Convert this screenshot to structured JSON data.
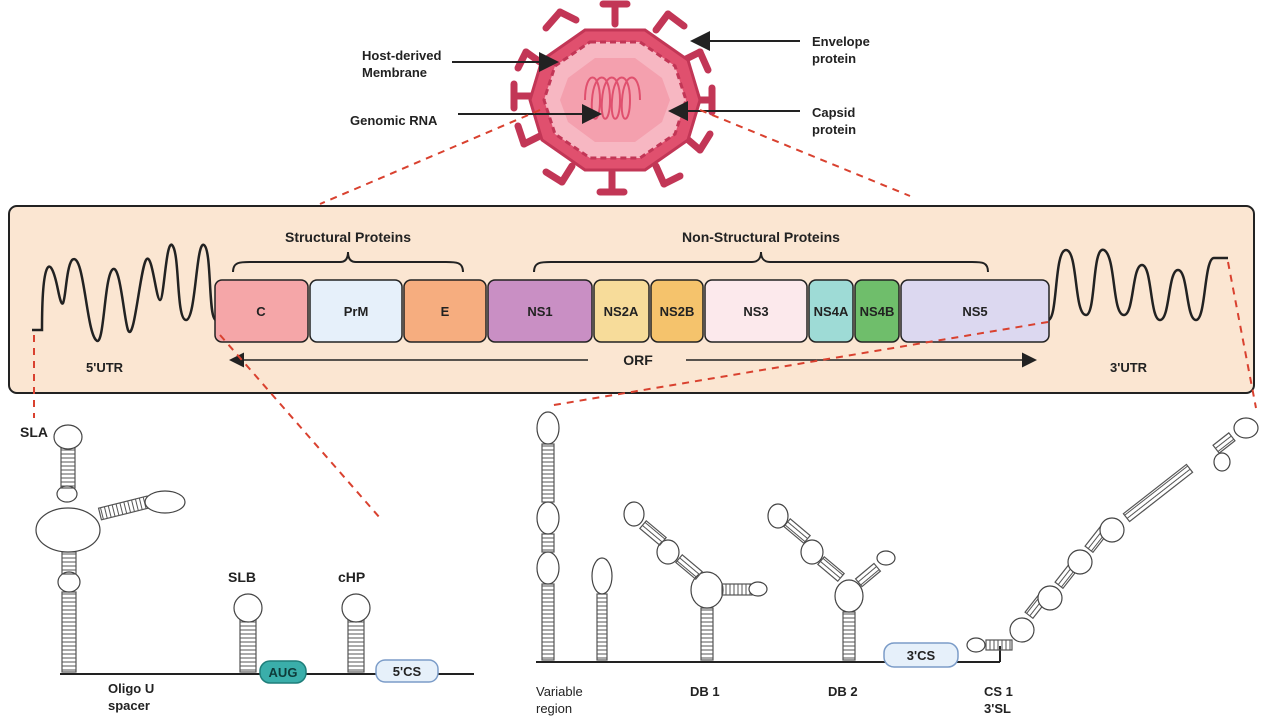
{
  "virion": {
    "labels": {
      "host_membrane_line1": "Host-derived",
      "host_membrane_line2": "Membrane",
      "genomic_rna": "Genomic RNA",
      "envelope_line1": "Envelope",
      "envelope_line2": "protein",
      "capsid_line1": "Capsid",
      "capsid_line2": "protein"
    },
    "colors": {
      "outer": "#e0506e",
      "outer_dark": "#c23656",
      "inner": "#f7b7c2",
      "core": "#f08a9c"
    }
  },
  "genome": {
    "panel_bg": "#fbe6d2",
    "structural_label": "Structural Proteins",
    "nonstructural_label": "Non-Structural Proteins",
    "utr5_label": "5'UTR",
    "utr3_label": "3'UTR",
    "orf_label": "ORF",
    "genes": [
      {
        "label": "C",
        "color": "#f5a6a8"
      },
      {
        "label": "PrM",
        "color": "#e6f0fa"
      },
      {
        "label": "E",
        "color": "#f6ad7f"
      },
      {
        "label": "NS1",
        "color": "#c98fc4"
      },
      {
        "label": "NS2A",
        "color": "#f7dc9a"
      },
      {
        "label": "NS2B",
        "color": "#f5c36c"
      },
      {
        "label": "NS3",
        "color": "#fce9ec"
      },
      {
        "label": "NS4A",
        "color": "#9edbd6"
      },
      {
        "label": "NS4B",
        "color": "#6fbe6b"
      },
      {
        "label": "NS5",
        "color": "#dcd8f0"
      }
    ]
  },
  "utr5_structures": {
    "sla": "SLA",
    "slb": "SLB",
    "chp": "cHP",
    "aug": "AUG",
    "cs5": "5'CS",
    "oligo_line1": "Oligo U",
    "oligo_line2": "spacer"
  },
  "utr3_structures": {
    "variable_line1": "Variable",
    "variable_line2": "region",
    "db1": "DB 1",
    "db2": "DB 2",
    "cs3": "3'CS",
    "cs1_line1": "CS 1",
    "cs1_line2": "3'SL"
  }
}
